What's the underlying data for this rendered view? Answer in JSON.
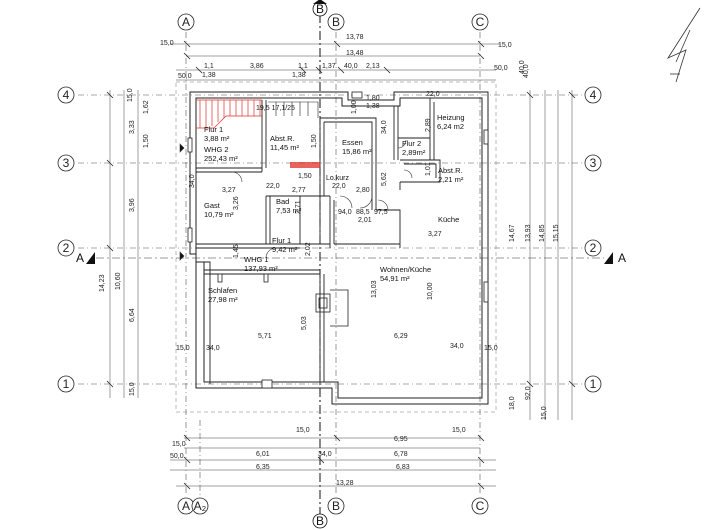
{
  "axes": {
    "A": "A",
    "A2": "A₂",
    "B": "B",
    "C": "C",
    "r1": "1",
    "r2": "2",
    "r3": "3",
    "r4": "4"
  },
  "section_marks": {
    "left": "A",
    "right": "A"
  },
  "rooms": {
    "flur1_top": {
      "name": "Flur 1",
      "area": "3,88 m²"
    },
    "whg2": {
      "name": "WHG 2",
      "area": "252,43 m²"
    },
    "abstr_top": {
      "name": "Abst.R.",
      "area": "11,45 m²"
    },
    "essen": {
      "name": "Essen",
      "area": "15,86 m²"
    },
    "heizung": {
      "name": "Heizung",
      "area": "6,24 m2"
    },
    "flur2": {
      "name": "Flur 2",
      "area": "2,89m²"
    },
    "abstr_right": {
      "name": "Abst.R.",
      "area": "2,21 m²"
    },
    "kueche": {
      "name": "Küche"
    },
    "gast": {
      "name": "Gast",
      "area": "10,79 m²"
    },
    "bad": {
      "name": "Bad",
      "area": "7,53 m²"
    },
    "flur1_mid": {
      "name": "Flur 1",
      "area": "9,42 m²"
    },
    "whg1": {
      "name": "WHG 1",
      "area": "137,93 m²"
    },
    "schlafen": {
      "name": "Schlafen",
      "area": "27,98 m²"
    },
    "wohnen": {
      "name": "Wohnen/Küche",
      "area": "54,91 m²"
    },
    "lokurz": {
      "name": "Lo.kurz"
    }
  },
  "dimensions": {
    "top": {
      "d1": "15,0",
      "d2": "13,78",
      "d3": "15,0",
      "d4": "13,48",
      "d5": "1,1",
      "d6": "3,86",
      "d7": "1,1",
      "d8": "1,37",
      "d9": "40,0",
      "d10": "2,13",
      "d11": "50,0",
      "d12": "1,38",
      "d13": "1,38",
      "d14": "50,0",
      "d15": "1,80",
      "d16": "1,38",
      "d17": "40,0"
    },
    "inner": {
      "stair": "19,5 17,1/25",
      "w100": "1,00",
      "w340a": "34,0",
      "w289": "2,89",
      "w150": "1,50",
      "w162": "1,62",
      "w333": "3,33",
      "w396": "3,96",
      "w327a": "3,27",
      "w220a": "22,0",
      "w277": "2,77",
      "w150b": "1,50",
      "w220b": "22,0",
      "w280": "2,80",
      "w562": "5,62",
      "w326": "3,26",
      "w340b": "34,0",
      "w271": "2,71",
      "w940": "94,0",
      "w885": "88,5",
      "w975": "97,5",
      "w201": "2,01",
      "w327b": "3,27",
      "w220c": "22,0",
      "w101": "1,01",
      "w145": "1,45",
      "w202": "2,02",
      "w1303": "13,03",
      "w1000": "10,00",
      "w503": "5,03",
      "w571": "5,71",
      "w629": "6,29",
      "w340c": "34,0",
      "w340d": "34,0",
      "w150c": "15,0",
      "w150d": "15,0"
    },
    "left": {
      "l1": "15,0",
      "l2": "1,62",
      "l3": "3,33",
      "l4": "1,50",
      "l5": "3,96",
      "l6": "10,60",
      "l7": "14,23",
      "l8": "6,64",
      "l9": "15,0"
    },
    "right": {
      "r1": "40,0",
      "r2": "14,67",
      "r3": "13,93",
      "r4": "14,85",
      "r5": "15,15",
      "r6": "92,0",
      "r7": "18,0",
      "r8": "15,0"
    },
    "bottom": {
      "b1": "15,0",
      "b2": "15,0",
      "b3": "6,95",
      "b4": "15,0",
      "b5": "6,01",
      "b6": "34,0",
      "b7": "6,78",
      "b8": "50,0",
      "b9": "6,35",
      "b10": "6,83",
      "b11": "13,28"
    }
  },
  "colors": {
    "stair_accent": "#e0302a",
    "line": "#222222"
  }
}
